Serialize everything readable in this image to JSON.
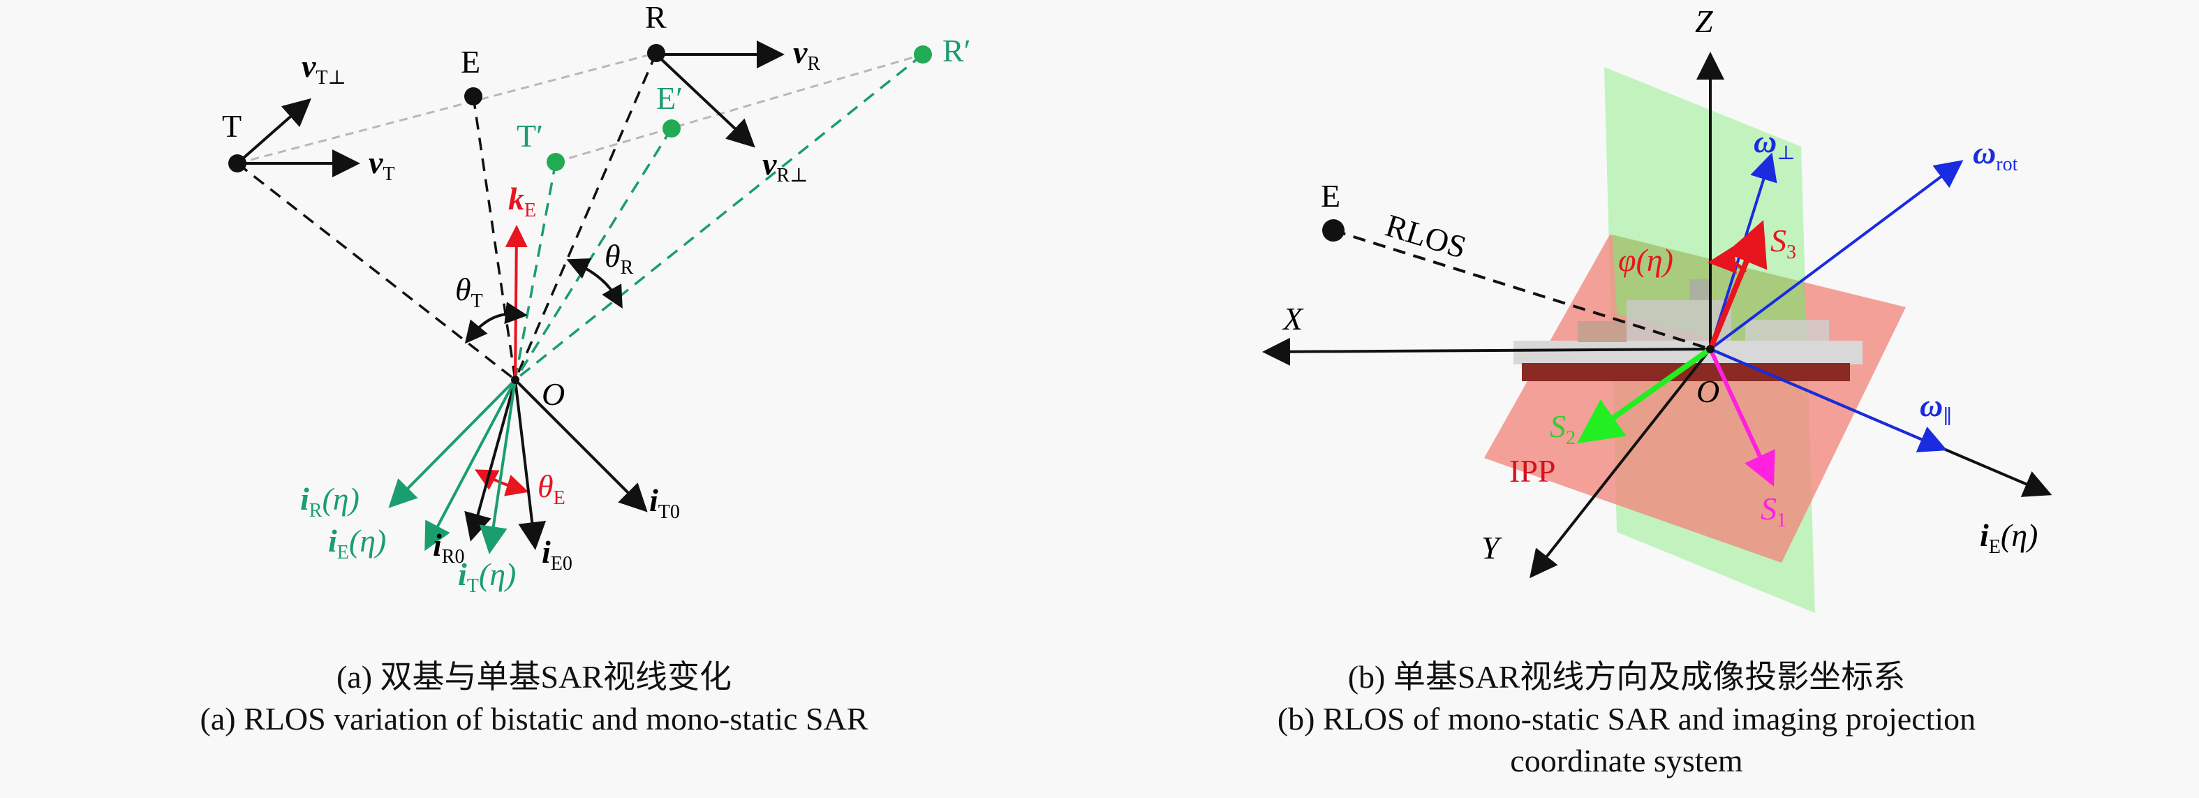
{
  "panel_a": {
    "points": {
      "T": "T",
      "E": "E",
      "R": "R",
      "T_prime": "T′",
      "E_prime": "E′",
      "R_prime": "R′",
      "O": "O"
    },
    "vectors": {
      "vT": {
        "main": "v",
        "sub": "T"
      },
      "vTperp": {
        "main": "v",
        "sub": "T⊥"
      },
      "vR": {
        "main": "v",
        "sub": "R"
      },
      "vRperp": {
        "main": "v",
        "sub": "R⊥"
      },
      "kE": {
        "main": "k",
        "sub": "E"
      },
      "iT0": {
        "main": "i",
        "sub": "T0"
      },
      "iR0": {
        "main": "i",
        "sub": "R0"
      },
      "iE0": {
        "main": "i",
        "sub": "E0"
      },
      "iR_eta": {
        "main": "i",
        "sub": "R",
        "arg": "(η)"
      },
      "iE_eta": {
        "main": "i",
        "sub": "E",
        "arg": "(η)"
      },
      "iT_eta": {
        "main": "i",
        "sub": "T",
        "arg": "(η)"
      }
    },
    "angles": {
      "thetaT": {
        "main": "θ",
        "sub": "T"
      },
      "thetaR": {
        "main": "θ",
        "sub": "R"
      },
      "thetaE": {
        "main": "θ",
        "sub": "E"
      }
    },
    "caption_cn": "(a) 双基与单基SAR视线变化",
    "caption_en": "(a) RLOS variation of bistatic and mono-static SAR"
  },
  "panel_b": {
    "axes": {
      "X": "X",
      "Y": "Y",
      "Z": "Z"
    },
    "origin": "O",
    "point_E": "E",
    "rlos": "RLOS",
    "ipp": "IPP",
    "phi": "φ(η)",
    "vectors": {
      "S1": {
        "main": "S",
        "sub": "1"
      },
      "S2": {
        "main": "S",
        "sub": "2"
      },
      "S3": {
        "main": "S",
        "sub": "3"
      },
      "omega_perp": {
        "main": "ω",
        "sub": "⊥"
      },
      "omega_rot": {
        "main": "ω",
        "sub": "rot"
      },
      "omega_par": {
        "main": "ω",
        "sub": "∥"
      },
      "iE_eta": {
        "main": "i",
        "sub": "E",
        "arg": "(η)"
      }
    },
    "caption_cn": "(b) 单基SAR视线方向及成像投影坐标系",
    "caption_en_line1": "(b) RLOS of mono-static SAR and imaging projection",
    "caption_en_line2": "coordinate system"
  },
  "colors": {
    "black": "#111111",
    "green": "#1a9e6e",
    "green_dot": "#22aa55",
    "red": "#e8141e",
    "blue": "#1a2be0",
    "magenta": "#ff20e0",
    "bright_green": "#22ee22",
    "plane_green": "#b9f2b4",
    "plane_red": "#f08a80",
    "gray": "#b8b8b8"
  }
}
